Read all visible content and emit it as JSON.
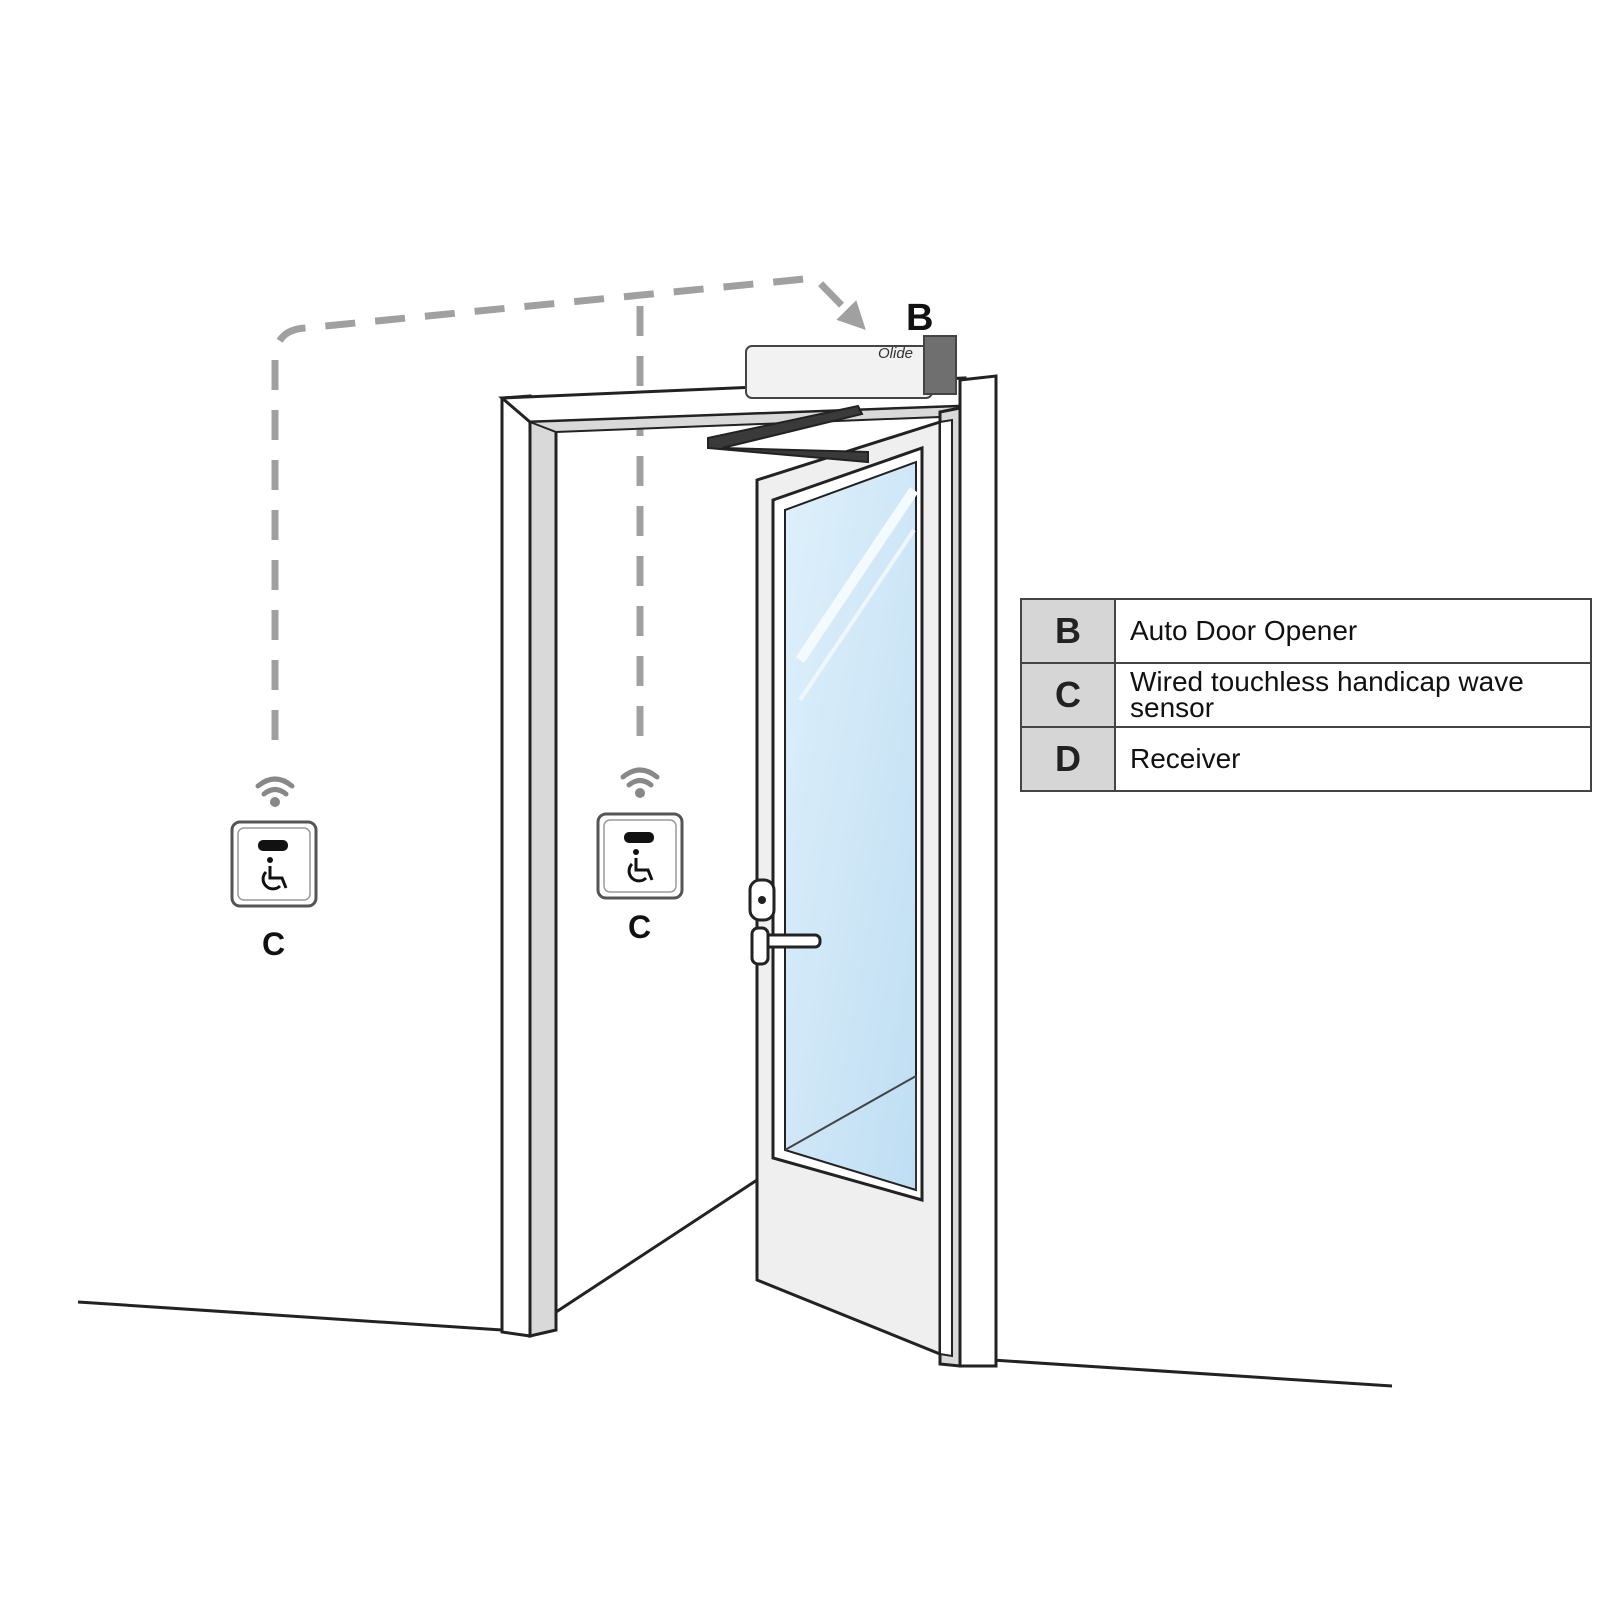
{
  "diagram": {
    "opener_label": "B",
    "opener_brand": "Olide",
    "sensor_left_label": "C",
    "sensor_center_label": "C"
  },
  "legend": {
    "rows": [
      {
        "key": "B",
        "desc": "Auto Door Opener"
      },
      {
        "key": "C",
        "desc": "Wired touchless handicap wave sensor"
      },
      {
        "key": "D",
        "desc": "Receiver"
      }
    ]
  },
  "colors": {
    "glass": "#c9e3f5",
    "frame_shadow": "#d9d9d9",
    "dashed_path": "#a0a0a0",
    "opener_end_cap": "#6f6f6f",
    "legend_key_bg": "#d6d6d6"
  }
}
